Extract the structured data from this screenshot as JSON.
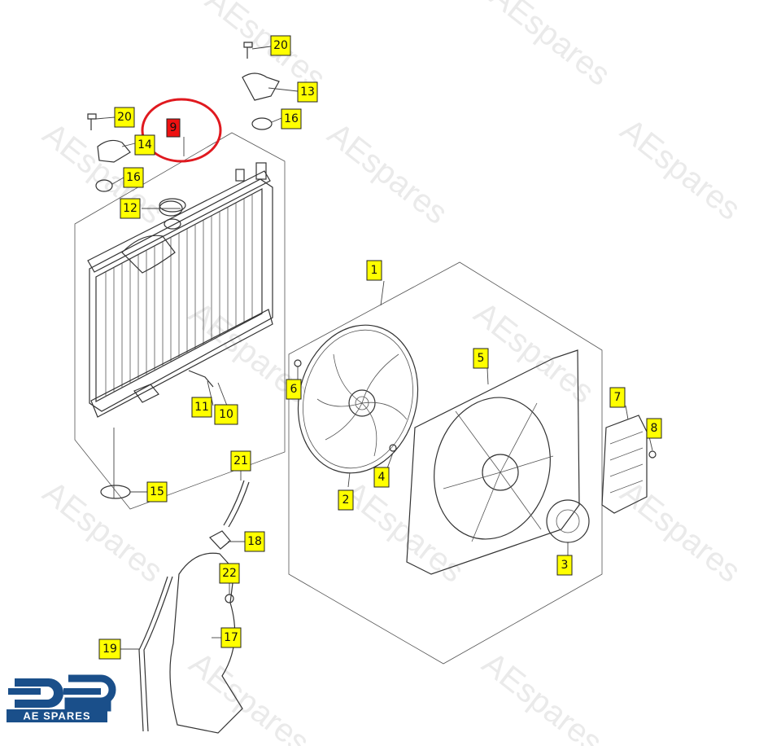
{
  "diagram": {
    "watermark_text": "AEspares",
    "highlight_color": "#e0191f",
    "callout_color": "#ffff00",
    "callout_highlight_color": "#ee1111",
    "callouts": [
      {
        "id": "20a",
        "label": "20"
      },
      {
        "id": "13",
        "label": "13"
      },
      {
        "id": "16a",
        "label": "16"
      },
      {
        "id": "20b",
        "label": "20"
      },
      {
        "id": "9",
        "label": "9",
        "highlighted": true
      },
      {
        "id": "14",
        "label": "14"
      },
      {
        "id": "16b",
        "label": "16"
      },
      {
        "id": "12",
        "label": "12"
      },
      {
        "id": "1",
        "label": "1"
      },
      {
        "id": "5",
        "label": "5"
      },
      {
        "id": "6",
        "label": "6"
      },
      {
        "id": "7",
        "label": "7"
      },
      {
        "id": "8",
        "label": "8"
      },
      {
        "id": "11",
        "label": "11"
      },
      {
        "id": "10",
        "label": "10"
      },
      {
        "id": "21",
        "label": "21"
      },
      {
        "id": "4",
        "label": "4"
      },
      {
        "id": "15",
        "label": "15"
      },
      {
        "id": "2",
        "label": "2"
      },
      {
        "id": "18",
        "label": "18"
      },
      {
        "id": "3",
        "label": "3"
      },
      {
        "id": "22",
        "label": "22"
      },
      {
        "id": "17",
        "label": "17"
      },
      {
        "id": "19",
        "label": "19"
      }
    ]
  },
  "logo": {
    "mark": "ae",
    "text": "AE SPARES",
    "color": "#1a4f8a"
  }
}
